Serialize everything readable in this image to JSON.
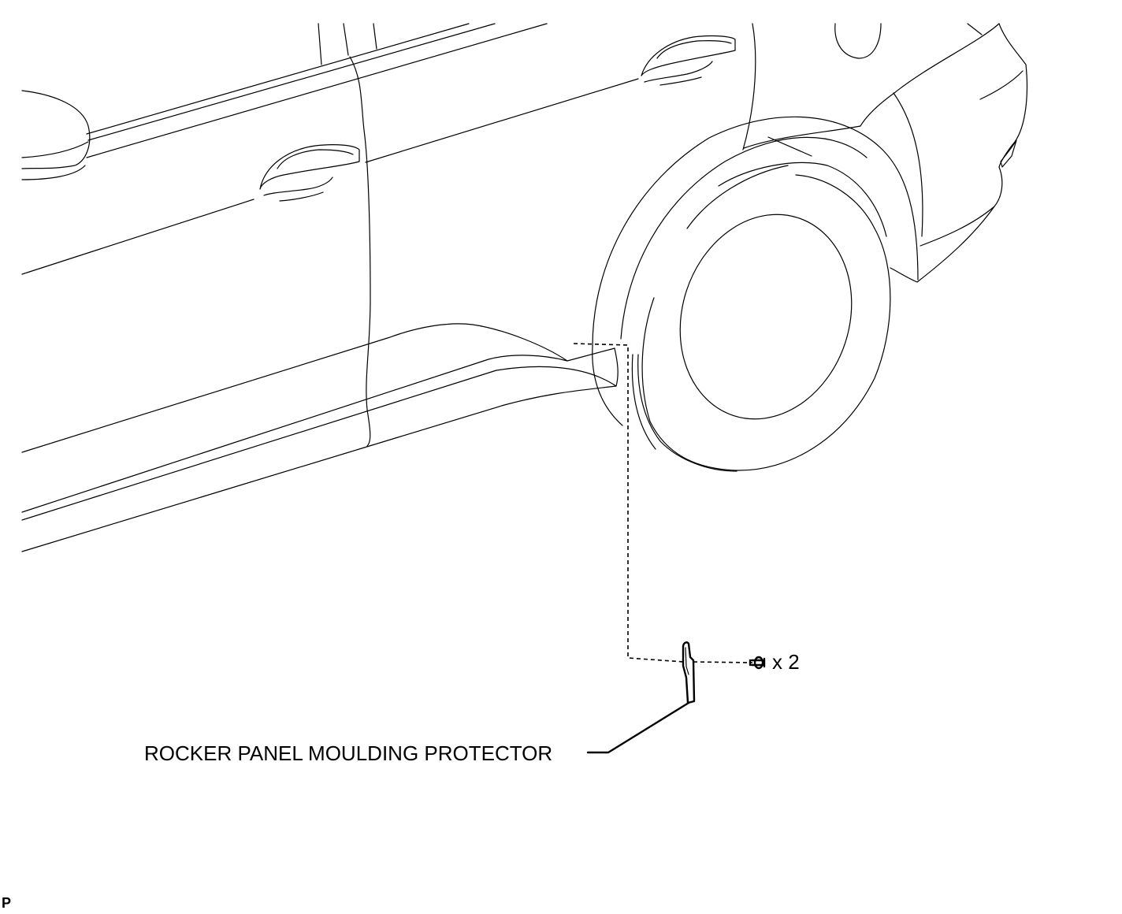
{
  "labels": {
    "part_name": "ROCKER PANEL MOULDING PROTECTOR",
    "quantity": "x 2",
    "corner_code": "P"
  },
  "colors": {
    "line": "#000000",
    "background": "#ffffff"
  }
}
